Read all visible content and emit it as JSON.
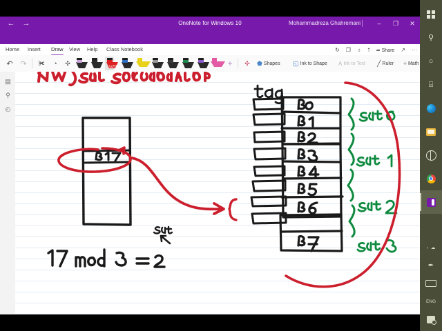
{
  "window": {
    "title": "OneNote for Windows 10",
    "account_name": "Mohammadreza Ghahremani",
    "nav_back": "←",
    "nav_forward": "→",
    "minimize": "–",
    "restore": "❐",
    "close": "✕",
    "accent_color": "#7719aa"
  },
  "tabs": [
    {
      "label": "Home",
      "active": false
    },
    {
      "label": "Insert",
      "active": false
    },
    {
      "label": "Draw",
      "active": true
    },
    {
      "label": "View",
      "active": false
    },
    {
      "label": "Help",
      "active": false
    },
    {
      "label": "Class Notebook",
      "active": false
    }
  ],
  "header_icons": [
    {
      "name": "sync-icon",
      "glyph": "↻"
    },
    {
      "name": "immersive-reader-icon",
      "glyph": "❐"
    },
    {
      "name": "researcher-icon",
      "glyph": "♁"
    },
    {
      "name": "notification-bell-icon",
      "glyph": "⭡"
    },
    {
      "name": "share-button",
      "glyph": "➦",
      "label": "Share"
    },
    {
      "name": "collapse-ribbon-icon",
      "glyph": "↗"
    },
    {
      "name": "more-options-icon",
      "glyph": "···"
    }
  ],
  "draw_toolbar": {
    "undo": "↶",
    "redo": "↷",
    "lasso_select": "✀",
    "eraser": "◔",
    "ink_color_picker": "✣",
    "add_pen": "+",
    "pens": [
      {
        "name": "pen-1-black-violet",
        "color": "#c9a3dc",
        "selected": false,
        "type": "pen"
      },
      {
        "name": "pen-2-black",
        "color": "#2b2b2b",
        "selected": false,
        "type": "pen"
      },
      {
        "name": "pen-3-red",
        "color": "#e02020",
        "selected": true,
        "type": "pen"
      },
      {
        "name": "pen-4-blue",
        "color": "#2d6fc4",
        "selected": false,
        "type": "pen"
      },
      {
        "name": "highlighter-yellow",
        "color": "#e8d21c",
        "selected": false,
        "type": "highlighter"
      },
      {
        "name": "pen-6-grey",
        "color": "#9a9a9a",
        "selected": false,
        "type": "pen"
      },
      {
        "name": "pen-7-dark",
        "color": "#3a3a3a",
        "selected": false,
        "type": "pen"
      },
      {
        "name": "pen-8-green",
        "color": "#1f8a4c",
        "selected": false,
        "type": "pen"
      },
      {
        "name": "pen-9-purple",
        "color": "#8a5bc9",
        "selected": false,
        "type": "pen"
      },
      {
        "name": "highlighter-pink",
        "color": "#e45ba5",
        "selected": false,
        "type": "highlighter"
      }
    ],
    "buttons": [
      {
        "name": "shapes-button",
        "label": "Shapes",
        "glyph": "⬟",
        "disabled": false
      },
      {
        "name": "ink-to-shape-button",
        "label": "Ink to Shape",
        "glyph": "◱",
        "disabled": false
      },
      {
        "name": "ink-to-text-button",
        "label": "Ink to Text",
        "glyph": "A",
        "disabled": true
      },
      {
        "name": "ruler-button",
        "label": "Ruler",
        "glyph": "╱",
        "disabled": false
      },
      {
        "name": "math-button",
        "label": "Math",
        "glyph": "÷",
        "disabled": false
      }
    ]
  },
  "left_rail": [
    {
      "name": "notebooks-icon",
      "glyph": "▤"
    },
    {
      "name": "search-icon",
      "glyph": "⚲"
    },
    {
      "name": "recent-notes-icon",
      "glyph": "◴"
    }
  ],
  "notes": {
    "title_ink": "N-way set associative",
    "equation_ink": "17 mod 3 = 2",
    "set_annotation": "set",
    "tag_label": "tag",
    "address_block_label": "B17",
    "cache_blocks": [
      "B0",
      "B1",
      "B2",
      "B3",
      "B4",
      "B5",
      "B6",
      "B7"
    ],
    "set_labels": [
      "set 0",
      "set 1",
      "set 2",
      "set 3"
    ],
    "ink_colors": {
      "red": "#cc1f2e",
      "black": "#1a1a1a",
      "green": "#0e8a3e"
    }
  },
  "taskbar": {
    "items": [
      {
        "name": "start-button",
        "kind": "winlogo"
      },
      {
        "name": "search-icon",
        "kind": "glyph",
        "glyph": "⚲"
      },
      {
        "name": "cortana-icon",
        "kind": "glyph",
        "glyph": "○"
      },
      {
        "name": "task-view-icon",
        "kind": "glyph",
        "glyph": "⌸"
      },
      {
        "name": "microsoft-edge-icon",
        "kind": "edge"
      },
      {
        "name": "file-explorer-icon",
        "kind": "folder"
      },
      {
        "name": "browser-icon",
        "kind": "globe"
      },
      {
        "name": "google-chrome-icon",
        "kind": "chrome"
      },
      {
        "name": "onenote-taskbar-icon",
        "kind": "onenote",
        "active": true
      }
    ],
    "tray": {
      "expand": "‹",
      "onedrive": "☁",
      "pen_menu": "✒",
      "keyboard": "keyboard-icon",
      "language": "ENG",
      "network": "network-icon"
    }
  }
}
